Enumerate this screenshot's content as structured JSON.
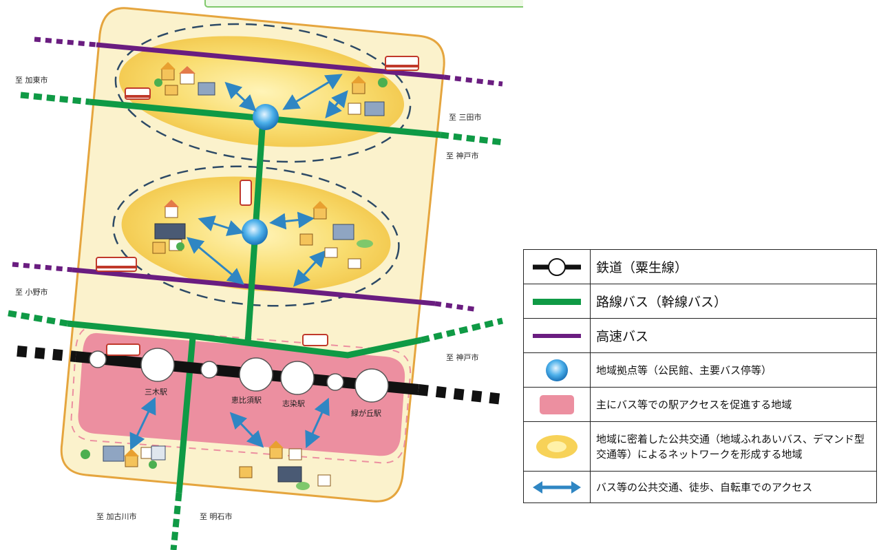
{
  "cities": {
    "kato": "至 加東市",
    "sanda": "至 三田市",
    "kobe_upper": "至 神戸市",
    "ono": "至 小野市",
    "kobe_lower": "至 神戸市",
    "kakogawa": "至 加古川市",
    "akashi": "至 明石市"
  },
  "stations": {
    "miki": "三木駅",
    "ebisu": "恵比須駅",
    "shijimi": "志染駅",
    "midorigaoka": "緑が丘駅"
  },
  "legend": {
    "items": [
      {
        "label": "鉄道（粟生線）"
      },
      {
        "label": "路線バス（幹線バス）"
      },
      {
        "label": "高速バス"
      },
      {
        "label": "地域拠点等（公民館、主要バス停等）"
      },
      {
        "label": "主にバス等での駅アクセスを促進する地域"
      },
      {
        "label": "地域に密着した公共交通（地域ふれあいバス、デマンド型交通等）によるネットワークを形成する地域"
      },
      {
        "label": "バス等の公共交通、徒歩、自転車でのアクセス"
      }
    ]
  },
  "colors": {
    "green": "#0f9a45",
    "purple": "#6a1d80",
    "pink": "#ec8fa0",
    "yellow": "#f7d258",
    "beige": "#fbf2cc",
    "orange_border": "#e5a53e",
    "blue_arrow": "#2f86c3"
  }
}
